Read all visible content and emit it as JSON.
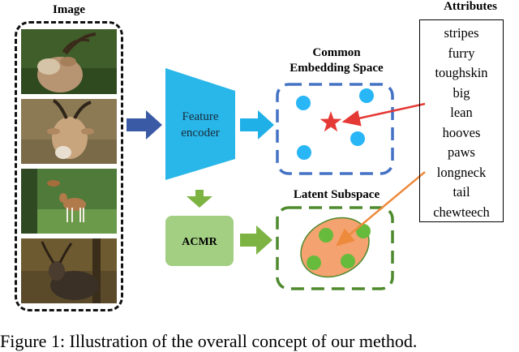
{
  "image_panel": {
    "title": "Image"
  },
  "feature_encoder": {
    "line1": "Feature",
    "line2": "encoder"
  },
  "acmr": {
    "label": "ACMR"
  },
  "embedding_space": {
    "line1": "Common",
    "line2": "Embedding Space"
  },
  "latent_subspace": {
    "title": "Latent Subspace"
  },
  "attributes": {
    "title": "Attributes",
    "items": [
      "stripes",
      "furry",
      "toughskin",
      "big",
      "lean",
      "hooves",
      "paws",
      "longneck",
      "tail",
      "chewteech"
    ]
  },
  "caption": "Figure 1: Illustration of the overall concept of our method.",
  "colors": {
    "encoder": "#29b6e8",
    "arrow_blue_dark": "#3a5aa6",
    "arrow_cyan": "#1fb0e8",
    "arrow_green": "#7cb342",
    "acmr_fill": "#a3cf83",
    "embedding_border": "#4472c4",
    "embedding_dot": "#29b6f6",
    "star": "#e53935",
    "latent_border": "#4e8a2e",
    "ellipse_fill": "#f4a26f",
    "latent_dot": "#66bb3c",
    "arrow_red": "#e53935",
    "arrow_orange": "#ee8a3c"
  }
}
